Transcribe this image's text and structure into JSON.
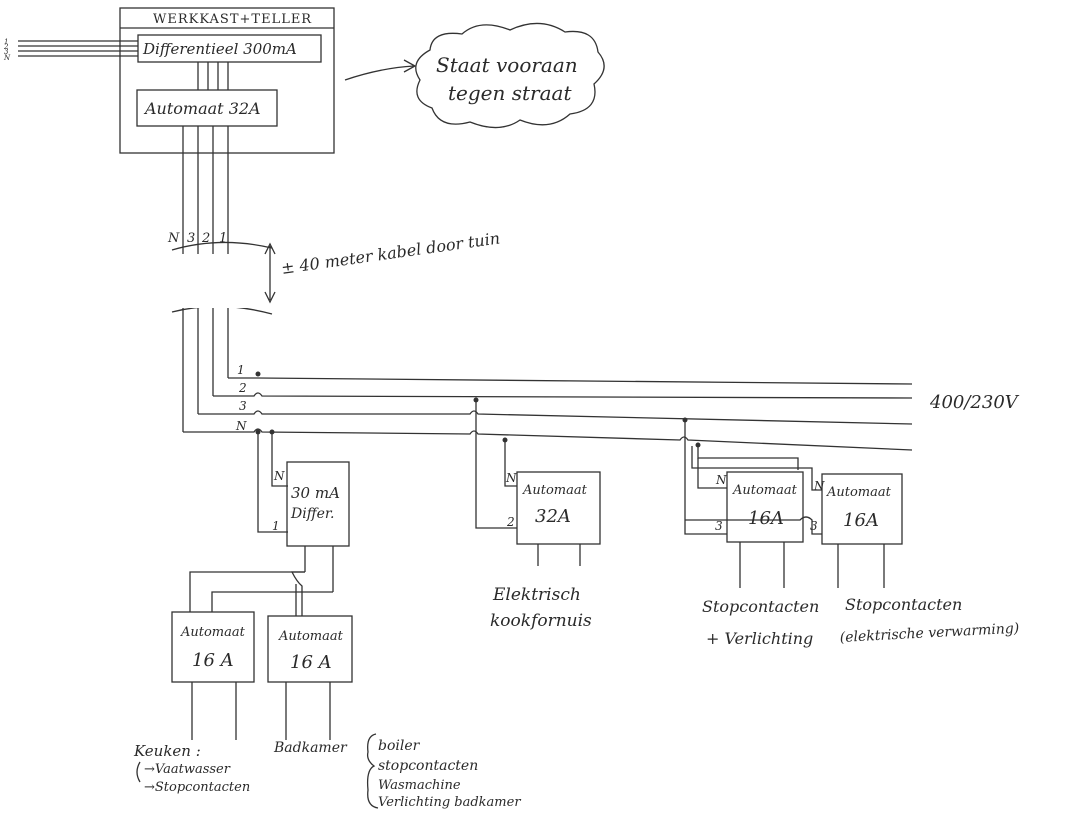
{
  "meter_box": {
    "title": "WERKKAST+TELLER"
  },
  "main_rcd": {
    "label": "Differentieel 300mA"
  },
  "main_breaker": {
    "label": "Automaat 32A"
  },
  "feed_labels": [
    "1",
    "2",
    "3",
    "N"
  ],
  "cloud_note": {
    "line1": "Staat vooraan",
    "line2": "tegen straat"
  },
  "cable_conductors": [
    "N",
    "3",
    "2",
    "1"
  ],
  "cable_note": "± 40 meter kabel door tuin",
  "bus": {
    "labels": [
      "1",
      "2",
      "3",
      "N"
    ],
    "voltage": "400/230V"
  },
  "rcd_30": {
    "line1": "30 mA",
    "line2": "Differ.",
    "wire_n": "N",
    "wire_1": "1"
  },
  "breaker_kitchen": {
    "line1": "Automaat",
    "line2": "16 A"
  },
  "breaker_bath": {
    "line1": "Automaat",
    "line2": "16 A"
  },
  "kitchen_note": {
    "title": "Keuken :",
    "items": [
      "→Vaatwasser",
      "→Stopcontacten"
    ]
  },
  "bath_note": {
    "title": "Badkamer",
    "items": [
      "boiler",
      "stopcontacten",
      "Wasmachine",
      "Verlichting badkamer"
    ]
  },
  "breaker_cooker": {
    "line1": "Automaat",
    "line2": "32A",
    "wire_n": "N",
    "wire_phase": "2"
  },
  "cooker_note": {
    "line1": "Elektrisch",
    "line2": "kookfornuis"
  },
  "breaker_sockets": {
    "line1": "Automaat",
    "line2": "16A",
    "wire_n": "N",
    "wire_phase": "3"
  },
  "sockets_note": {
    "line1": "Stopcontacten",
    "line2": "+ Verlichting"
  },
  "breaker_heating": {
    "line1": "Automaat",
    "line2": "16A",
    "wire_n": "N",
    "wire_phase": "3"
  },
  "heating_note": {
    "line1": "Stopcontacten",
    "line2": "(elektrische verwarming)"
  }
}
